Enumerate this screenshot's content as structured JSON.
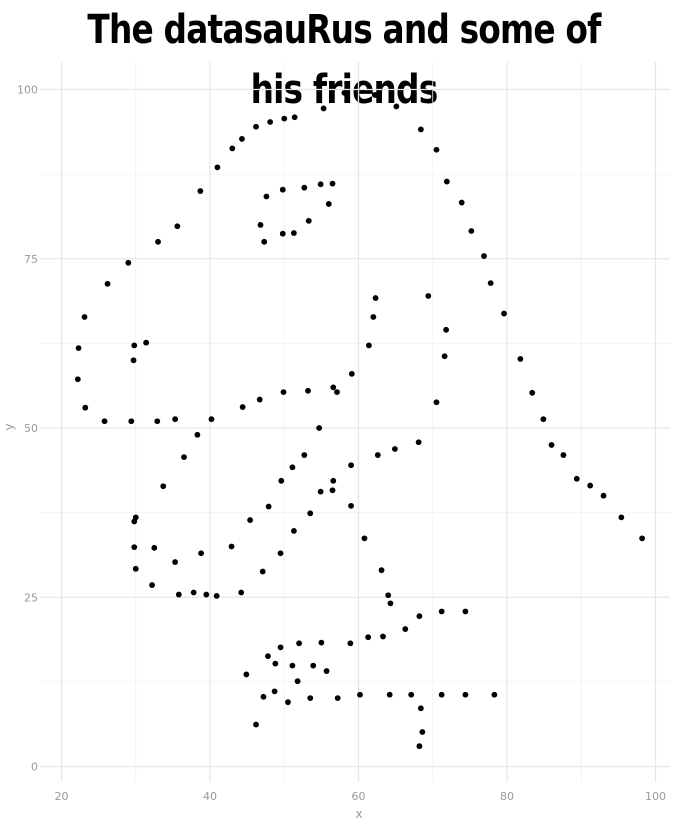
{
  "chart_data": {
    "type": "scatter",
    "title": "The datasauRus and some of his friends",
    "xlabel": "x",
    "ylabel": "y",
    "xlim": [
      20,
      100
    ],
    "ylim": [
      0,
      100
    ],
    "x_ticks": [
      20,
      40,
      60,
      80,
      100
    ],
    "y_ticks": [
      0,
      25,
      50,
      75,
      100
    ],
    "x_tick_labels": [
      "20",
      "40",
      "60",
      "80",
      "100"
    ],
    "y_tick_labels": [
      "0",
      "25",
      "50",
      "75",
      "100"
    ],
    "grid": true,
    "point_color": "#000000",
    "points": [
      [
        22.3,
        61.8
      ],
      [
        22.2,
        57.2
      ],
      [
        23.1,
        66.4
      ],
      [
        23.2,
        53.0
      ],
      [
        25.8,
        51.0
      ],
      [
        26.2,
        71.3
      ],
      [
        29.0,
        74.4
      ],
      [
        29.4,
        51.0
      ],
      [
        29.8,
        62.2
      ],
      [
        29.7,
        60.0
      ],
      [
        31.4,
        62.6
      ],
      [
        32.9,
        51.0
      ],
      [
        33.0,
        77.5
      ],
      [
        35.6,
        79.8
      ],
      [
        35.3,
        51.3
      ],
      [
        38.3,
        49.0
      ],
      [
        38.7,
        85.0
      ],
      [
        40.2,
        51.3
      ],
      [
        41.0,
        88.5
      ],
      [
        43.0,
        91.3
      ],
      [
        44.3,
        92.7
      ],
      [
        44.4,
        53.1
      ],
      [
        46.2,
        94.5
      ],
      [
        46.7,
        54.2
      ],
      [
        48.1,
        95.2
      ],
      [
        50.0,
        95.7
      ],
      [
        51.4,
        95.9
      ],
      [
        55.3,
        97.2
      ],
      [
        58.1,
        99.5
      ],
      [
        62.2,
        99.2
      ],
      [
        65.1,
        97.5
      ],
      [
        68.4,
        94.1
      ],
      [
        70.5,
        91.1
      ],
      [
        71.9,
        86.4
      ],
      [
        73.9,
        83.3
      ],
      [
        75.2,
        79.1
      ],
      [
        76.9,
        75.4
      ],
      [
        77.8,
        71.4
      ],
      [
        79.6,
        66.9
      ],
      [
        81.8,
        60.2
      ],
      [
        83.4,
        55.2
      ],
      [
        84.9,
        51.3
      ],
      [
        86.0,
        47.5
      ],
      [
        87.6,
        46.0
      ],
      [
        89.4,
        42.5
      ],
      [
        91.2,
        41.5
      ],
      [
        93.0,
        40.0
      ],
      [
        95.4,
        36.8
      ],
      [
        98.2,
        33.7
      ],
      [
        47.6,
        84.2
      ],
      [
        49.8,
        85.2
      ],
      [
        52.7,
        85.5
      ],
      [
        54.9,
        86.0
      ],
      [
        56.5,
        86.1
      ],
      [
        56.0,
        83.1
      ],
      [
        53.3,
        80.6
      ],
      [
        51.3,
        78.8
      ],
      [
        49.8,
        78.7
      ],
      [
        47.3,
        77.5
      ],
      [
        46.8,
        80.0
      ],
      [
        62.3,
        69.2
      ],
      [
        62.0,
        66.4
      ],
      [
        61.4,
        62.2
      ],
      [
        71.8,
        64.5
      ],
      [
        71.6,
        60.6
      ],
      [
        69.4,
        69.5
      ],
      [
        70.5,
        53.8
      ],
      [
        68.1,
        47.9
      ],
      [
        64.9,
        46.9
      ],
      [
        62.6,
        46.0
      ],
      [
        59.1,
        58.0
      ],
      [
        57.1,
        55.3
      ],
      [
        56.6,
        56.0
      ],
      [
        53.2,
        55.5
      ],
      [
        49.9,
        55.3
      ],
      [
        54.7,
        50.0
      ],
      [
        52.7,
        46.0
      ],
      [
        51.1,
        44.2
      ],
      [
        49.6,
        42.2
      ],
      [
        47.9,
        38.4
      ],
      [
        45.4,
        36.4
      ],
      [
        56.6,
        42.2
      ],
      [
        56.5,
        40.8
      ],
      [
        54.9,
        40.6
      ],
      [
        53.5,
        37.4
      ],
      [
        51.3,
        34.8
      ],
      [
        49.5,
        31.5
      ],
      [
        47.1,
        28.8
      ],
      [
        42.9,
        32.5
      ],
      [
        38.8,
        31.5
      ],
      [
        36.5,
        45.7
      ],
      [
        33.7,
        41.4
      ],
      [
        30.0,
        36.8
      ],
      [
        29.8,
        36.2
      ],
      [
        29.8,
        32.4
      ],
      [
        30.0,
        29.2
      ],
      [
        32.2,
        26.8
      ],
      [
        35.8,
        25.4
      ],
      [
        37.8,
        25.7
      ],
      [
        39.5,
        25.4
      ],
      [
        40.9,
        25.2
      ],
      [
        44.2,
        25.7
      ],
      [
        35.3,
        30.2
      ],
      [
        32.5,
        32.3
      ],
      [
        59.0,
        44.5
      ],
      [
        59.0,
        38.5
      ],
      [
        60.8,
        33.7
      ],
      [
        63.1,
        29.0
      ],
      [
        64.0,
        25.3
      ],
      [
        64.3,
        24.1
      ],
      [
        68.2,
        22.2
      ],
      [
        71.2,
        22.9
      ],
      [
        74.4,
        22.9
      ],
      [
        66.3,
        20.3
      ],
      [
        63.3,
        19.2
      ],
      [
        61.3,
        19.1
      ],
      [
        58.9,
        18.2
      ],
      [
        55.0,
        18.3
      ],
      [
        52.0,
        18.2
      ],
      [
        49.5,
        17.6
      ],
      [
        47.8,
        16.3
      ],
      [
        51.1,
        14.9
      ],
      [
        53.9,
        14.9
      ],
      [
        55.7,
        14.1
      ],
      [
        48.8,
        15.2
      ],
      [
        44.9,
        13.6
      ],
      [
        51.8,
        12.6
      ],
      [
        53.5,
        10.1
      ],
      [
        57.2,
        10.1
      ],
      [
        60.2,
        10.6
      ],
      [
        64.2,
        10.6
      ],
      [
        67.1,
        10.6
      ],
      [
        71.2,
        10.6
      ],
      [
        74.4,
        10.6
      ],
      [
        78.3,
        10.6
      ],
      [
        68.4,
        8.6
      ],
      [
        68.6,
        5.1
      ],
      [
        68.2,
        3.0
      ],
      [
        48.7,
        11.1
      ],
      [
        47.2,
        10.3
      ],
      [
        50.5,
        9.5
      ],
      [
        46.2,
        6.2
      ]
    ]
  }
}
